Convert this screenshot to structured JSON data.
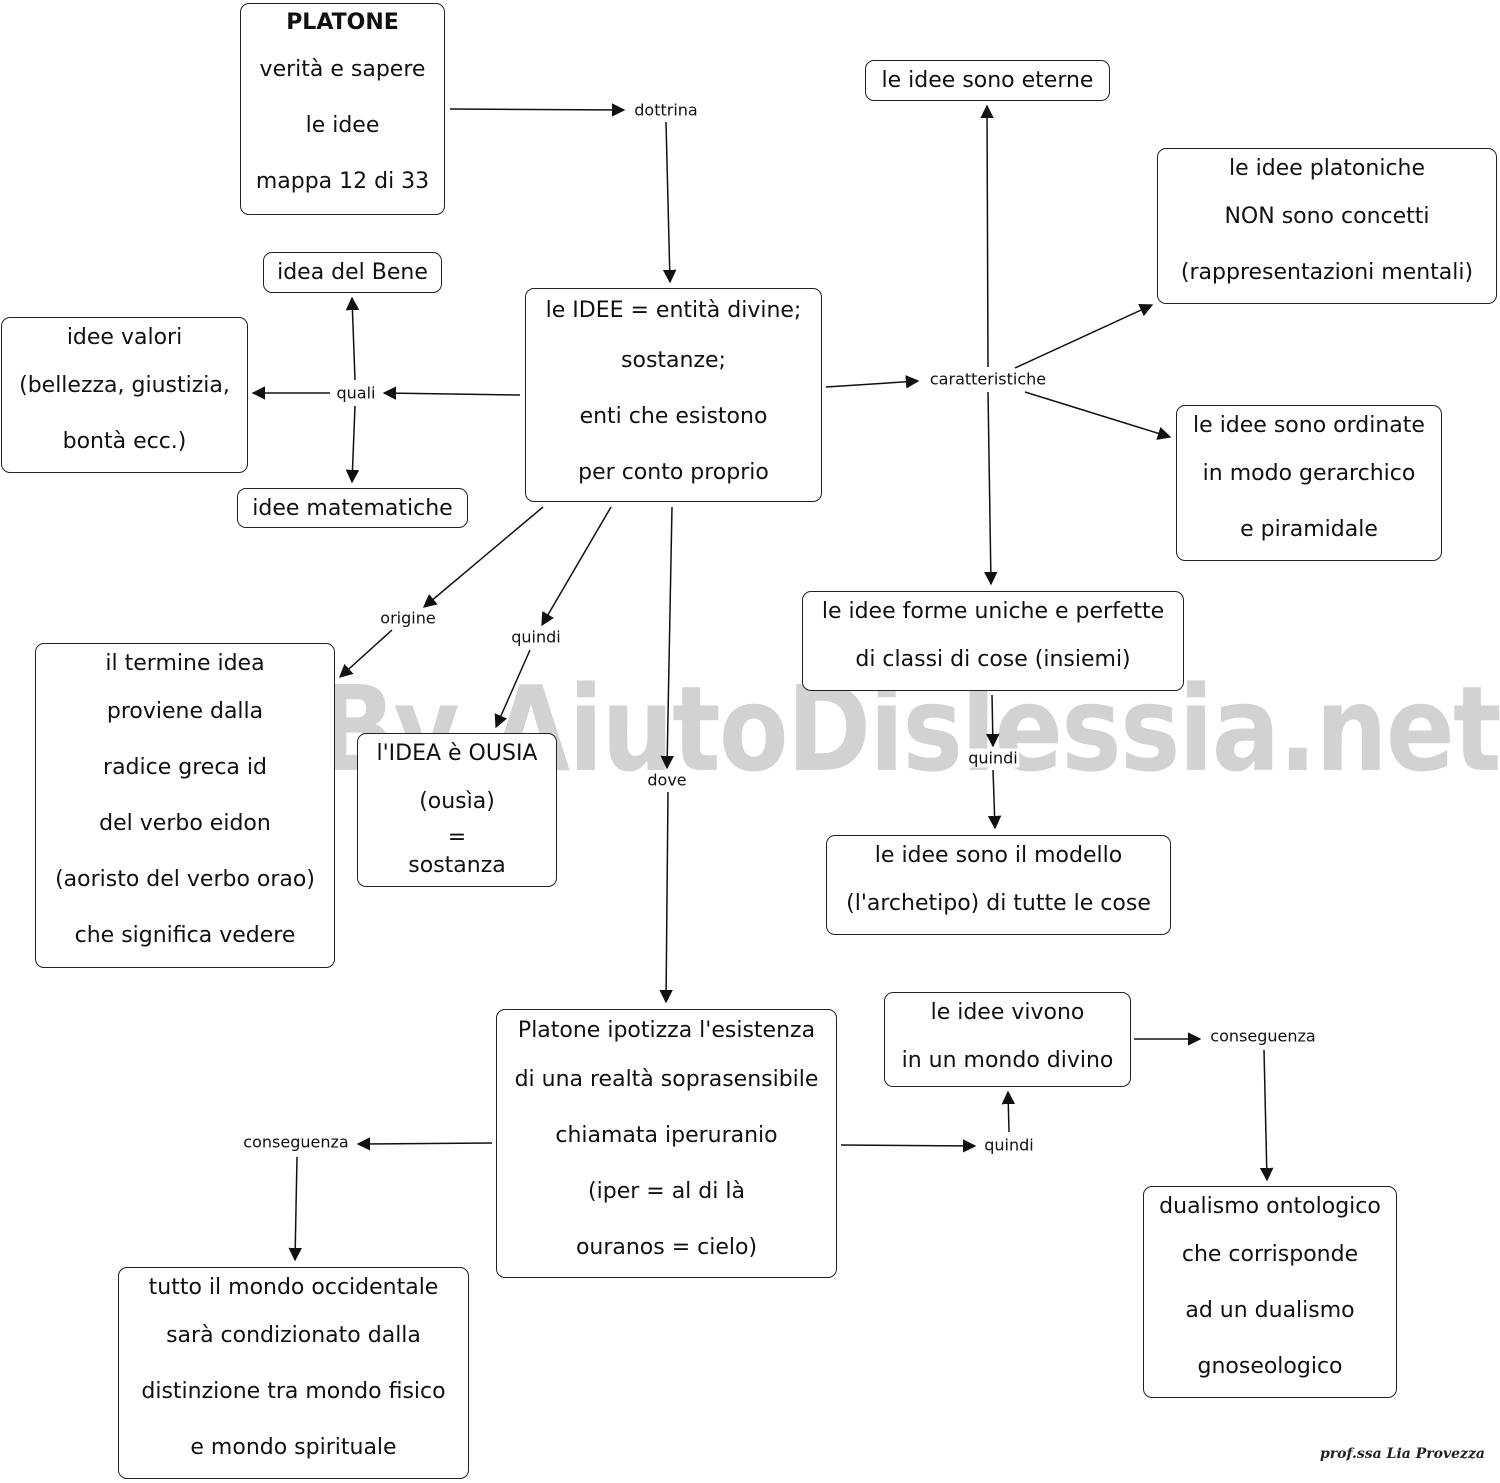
{
  "nodes": {
    "platone": {
      "lines": [
        "PLATONE",
        "verità e sapere",
        "le idee",
        "mappa 12 di 33"
      ]
    },
    "idee_entita": {
      "lines": [
        "le IDEE = entità divine;",
        "sostanze;",
        "enti che esistono",
        "per conto proprio"
      ]
    },
    "idea_bene": {
      "lines": [
        "idea del Bene"
      ]
    },
    "idee_valori": {
      "lines": [
        "idee valori",
        "(bellezza, giustizia,",
        "bontà ecc.)"
      ]
    },
    "idee_matematiche": {
      "lines": [
        "idee matematiche"
      ]
    },
    "termine_idea": {
      "lines": [
        "il termine idea",
        "proviene dalla",
        "radice greca id",
        "del verbo eidon",
        "(aoristo del verbo orao)",
        "che significa vedere"
      ]
    },
    "ousia": {
      "lines": [
        "l'IDEA è OUSIA",
        "(ousìa)",
        "=",
        "sostanza"
      ]
    },
    "eterne": {
      "lines": [
        "le idee sono eterne"
      ]
    },
    "platoniche": {
      "lines": [
        "le idee platoniche",
        "NON sono concetti",
        "(rappresentazioni mentali)"
      ]
    },
    "ordinate": {
      "lines": [
        "le idee sono ordinate",
        "in modo gerarchico",
        "e piramidale"
      ]
    },
    "forme": {
      "lines": [
        "le idee forme uniche e perfette",
        "di classi di cose (insiemi)"
      ]
    },
    "modello": {
      "lines": [
        "le idee sono il modello",
        "(l'archetipo) di tutte le cose"
      ]
    },
    "iperuranio": {
      "lines": [
        "Platone ipotizza l'esistenza",
        "di una realtà soprasensibile",
        "chiamata iperuranio",
        "(iper = al di là",
        "ouranos = cielo)"
      ]
    },
    "vivono": {
      "lines": [
        "le idee vivono",
        "in un mondo divino"
      ]
    },
    "occidentale": {
      "lines": [
        "tutto il mondo occidentale",
        "sarà condizionato dalla",
        "distinzione tra mondo fisico",
        "e mondo spirituale"
      ]
    },
    "dualismo": {
      "lines": [
        "dualismo ontologico",
        "che corrisponde",
        "ad un dualismo",
        "gnoseologico"
      ]
    }
  },
  "links": {
    "dottrina": "dottrina",
    "quali": "quali",
    "caratteristiche": "caratteristiche",
    "origine": "origine",
    "quindi_ousia": "quindi",
    "dove": "dove",
    "quindi_forme": "quindi",
    "conseguenza_left": "conseguenza",
    "quindi_vivono": "quindi",
    "conseguenza_right": "conseguenza"
  },
  "watermark": "By AiutoDislessia.net",
  "signature": "prof.ssa Lia Provezza"
}
